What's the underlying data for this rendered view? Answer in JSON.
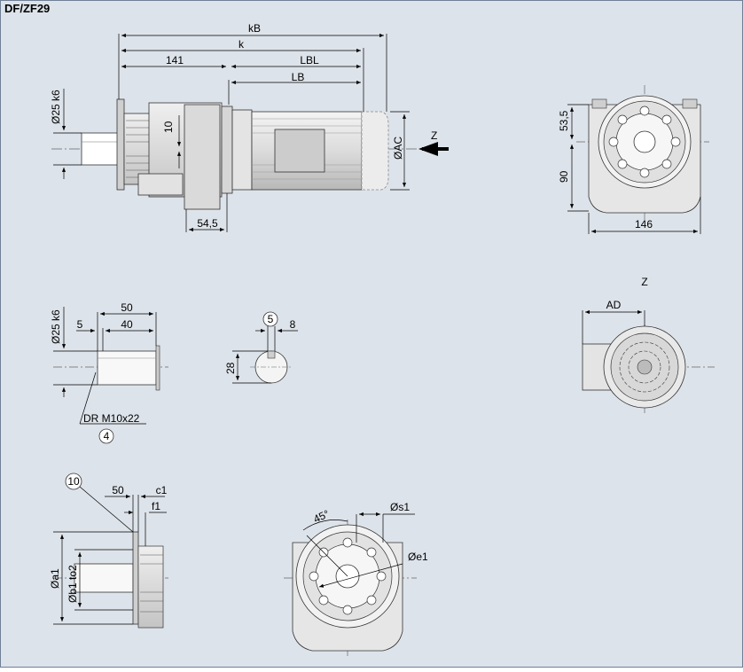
{
  "title": "DF/ZF29",
  "labels": {
    "kB": "kB",
    "k": "k",
    "d141": "141",
    "LBL": "LBL",
    "LB": "LB",
    "shaft_dia": "Ø25 k6",
    "d10": "10",
    "d54_5": "54,5",
    "AC": "ØAC",
    "Z": "Z",
    "d53_5": "53,5",
    "d90": "90",
    "d146": "146",
    "Z_view": "Z",
    "AD": "AD",
    "shaft_dia2": "Ø25 k6",
    "d50": "50",
    "d5": "5",
    "d40": "40",
    "thread": "DR M10x22",
    "ref4": "4",
    "ref5": "5",
    "d8": "8",
    "d28": "28",
    "ref10": "10",
    "d50b": "50",
    "c1": "c1",
    "f1": "f1",
    "a1": "Øa1",
    "b1": "Øb1 to2",
    "angle45": "45°",
    "s1": "Øs1",
    "e1": "Øe1"
  }
}
